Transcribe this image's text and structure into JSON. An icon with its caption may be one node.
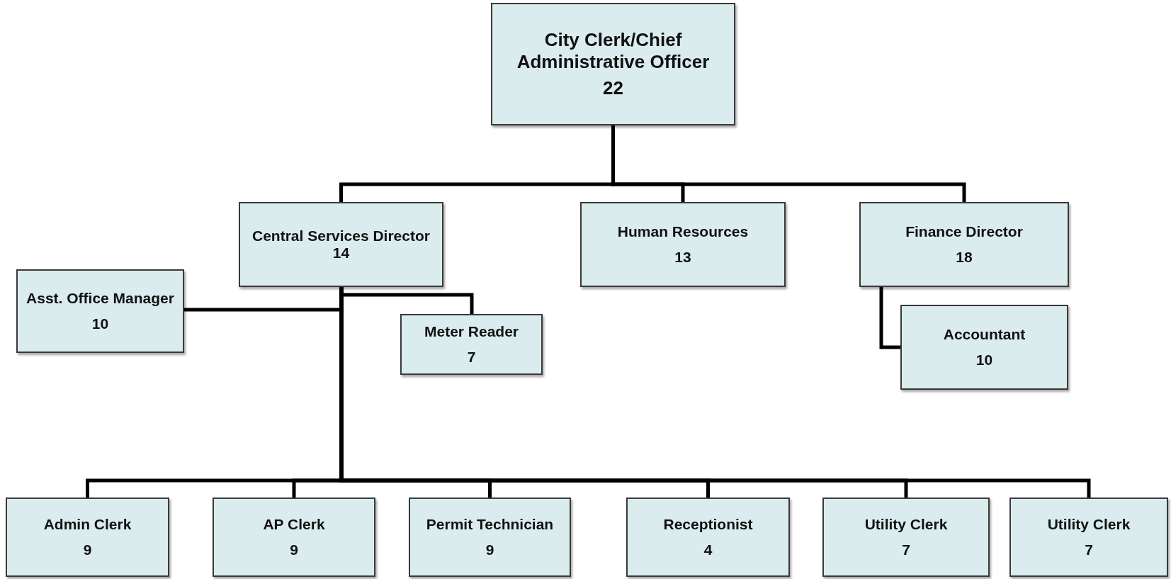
{
  "diagram": {
    "nodes": [
      {
        "text": [
          "City Clerk/Chief Administrative Officer",
          "22"
        ]
      },
      {
        "text": [
          "Central Services Director",
          "14"
        ]
      },
      {
        "text": [
          "Human Resources",
          "13"
        ]
      },
      {
        "text": [
          "Finance Director",
          "18"
        ]
      },
      {
        "text": [
          "Asst. Office Manager",
          "10"
        ]
      },
      {
        "text": [
          "Meter Reader",
          "7"
        ]
      },
      {
        "text": [
          "Accountant",
          "10"
        ]
      },
      {
        "text": [
          "Admin Clerk",
          "9"
        ]
      },
      {
        "text": [
          "AP Clerk",
          "9"
        ]
      },
      {
        "text": [
          "Permit Technician",
          "9"
        ]
      },
      {
        "text": [
          "Receptionist",
          "4"
        ]
      },
      {
        "text": [
          "Utility Clerk",
          "7"
        ]
      },
      {
        "text": [
          "Utility Clerk",
          "7"
        ]
      }
    ],
    "edges": [
      {
        "from": 0,
        "to": 1,
        "arrow": "none"
      },
      {
        "from": 0,
        "to": 2,
        "arrow": "none"
      },
      {
        "from": 0,
        "to": 3,
        "arrow": "none"
      },
      {
        "from": 1,
        "to": 4,
        "arrow": "none"
      },
      {
        "from": 1,
        "to": 5,
        "arrow": "none"
      },
      {
        "from": 3,
        "to": 6,
        "arrow": "none"
      },
      {
        "from": 1,
        "to": 7,
        "arrow": "none"
      },
      {
        "from": 1,
        "to": 8,
        "arrow": "none"
      },
      {
        "from": 1,
        "to": 9,
        "arrow": "none"
      },
      {
        "from": 1,
        "to": 10,
        "arrow": "none"
      },
      {
        "from": 1,
        "to": 11,
        "arrow": "none"
      },
      {
        "from": 1,
        "to": 12,
        "arrow": "none"
      }
    ]
  }
}
